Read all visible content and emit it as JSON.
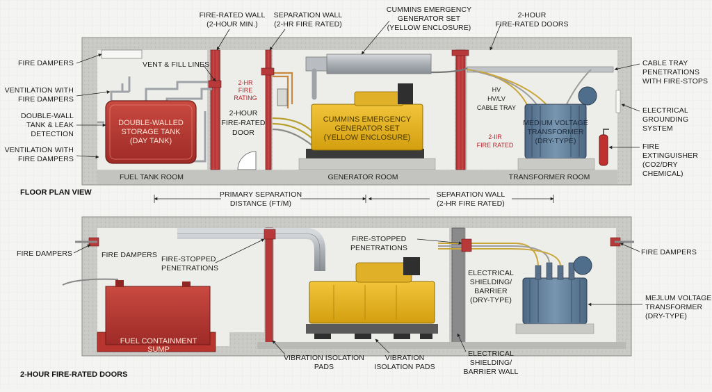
{
  "floor_plan": {
    "view_label": "FLOOR PLAN VIEW",
    "rooms": {
      "fuel": "FUEL TANK ROOM",
      "generator": "GENERATOR ROOM",
      "transformer": "TRANSFORMER ROOM"
    },
    "tank_lines": [
      "DOUBLE-WALLED",
      "STORAGE TANK",
      "(DAY TANK)"
    ],
    "gen_lines": [
      "CUMMINS EMERGENCY",
      "GENERATOR SET",
      "(YELLOW ENCLOSURE)"
    ],
    "xf_lines": [
      "MEDIUM VOLTAGE",
      "TRANSFORMER",
      "(DRY-TYPE)"
    ],
    "door_lines": [
      "2-HOUR",
      "FIRE-RATED",
      "DOOR"
    ],
    "rating_lines": [
      "2-HR",
      "FIRE",
      "RATING"
    ],
    "rating2_lines": [
      "2-IIR",
      "FIRE RATED"
    ],
    "cable_tray_lines": [
      "HV",
      "HV/LV",
      "CABLE TRAY"
    ],
    "callouts": {
      "fire_dampers": "FIRE DAMPERS",
      "vent_fill": "VENT & FILL LINES",
      "ventilation_1": [
        "VENTILATION WITH",
        "FIRE DAMPERS"
      ],
      "double_wall": [
        "DOUBLE-WALL",
        "TANK & LEAK",
        "DETECTION"
      ],
      "ventilation_2": [
        "VENTILATION WITH",
        "FIRE DAMPERS"
      ],
      "fire_rated_wall": [
        "FIRE-RATED WALL",
        "(2-HOUR MIN.)"
      ],
      "separation_wall": [
        "SEPARATION WALL",
        "(2-HR FIRE RATED)"
      ],
      "cummins": [
        "CUMMINS EMERGENCY",
        "GENERATOR SET",
        "(YELLOW ENCLOSURE)"
      ],
      "two_hour_doors": [
        "2-HOUR",
        "FIRE-RATED DOORS"
      ],
      "cable_tray_pen": [
        "CABLE TRAY",
        "PENETRATIONS",
        "WITH FIRE-STOPS"
      ],
      "grounding": [
        "ELECTRICAL",
        "GROUNDING",
        "SYSTEM"
      ],
      "extinguisher": [
        "FIRE",
        "EXTINGUISHER",
        "(CO2/DRY",
        "CHEMICAL)"
      ]
    },
    "dims": {
      "primary": [
        "PRIMARY SEPARATION",
        "DISTANCE (FT/M)"
      ],
      "separation": [
        "SEPARATION WALL",
        "(2-HR FIRE RATED)"
      ]
    }
  },
  "section": {
    "footer_label": "2-HOUR FIRE-RATED DOORS",
    "sump_lines": [
      "FUEL CONTAINMENT",
      "SUMP"
    ],
    "callouts": {
      "fire_dampers_left": "FIRE DAMPERS",
      "fire_dampers_inner": "FIRE DAMPERS",
      "fire_stopped_left": [
        "FIRE-STOPPED",
        "PENETRATIONS"
      ],
      "fire_stopped_top": [
        "FIRE-STOPPED",
        "PENETRATIONS"
      ],
      "shielding": [
        "ELECTRICAL",
        "SHIELDING/",
        "BARRIER",
        "(DRY-TYPE)"
      ],
      "fire_dampers_right": "FIRE DAMPERS",
      "xf": [
        "MEJLUM VOLTAGE",
        "TRANSFORMER",
        "(DRY-TYPE)"
      ],
      "vib_1": [
        "VIBRATION ISOLATION",
        "PADS"
      ],
      "vib_2": [
        "VIBRATION",
        "ISOLATION PADS"
      ],
      "barrier_wall": [
        "ELECTRICAL",
        "SHIELDING/",
        "BARRIER WALL"
      ]
    }
  },
  "colors": {
    "concrete": "#c9c9c5",
    "wall_red": "#b7393a",
    "tank_red": "#b8342f",
    "gen_yellow": "#e6b51e",
    "xf_blue": "#5f7d98",
    "pipe_gray": "#a9aeb3"
  }
}
